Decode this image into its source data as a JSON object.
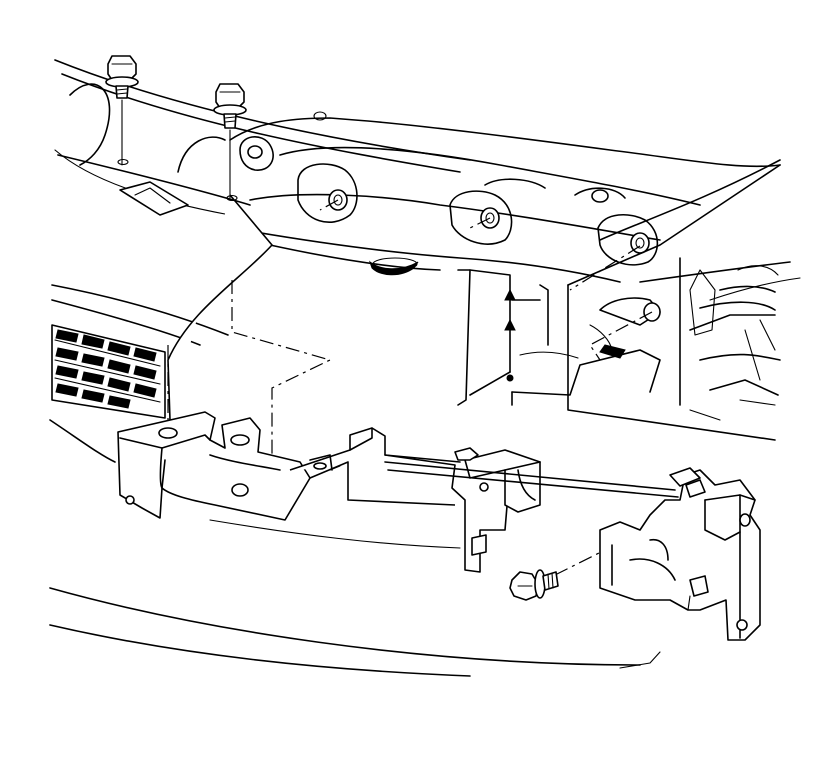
{
  "figure": {
    "background": "#ffffff",
    "line_color": "#000000",
    "parts": [
      {
        "name": "upper-radiator-support",
        "icon": "crossmember"
      },
      {
        "name": "vertical-bolt",
        "icon": "bolt-icon",
        "count": 2
      },
      {
        "name": "horizontal-bolt",
        "icon": "bolt-icon",
        "count": 1
      },
      {
        "name": "lower-bracket",
        "icon": "bracket"
      },
      {
        "name": "bumper-fascia-grille",
        "icon": "grille"
      }
    ]
  }
}
